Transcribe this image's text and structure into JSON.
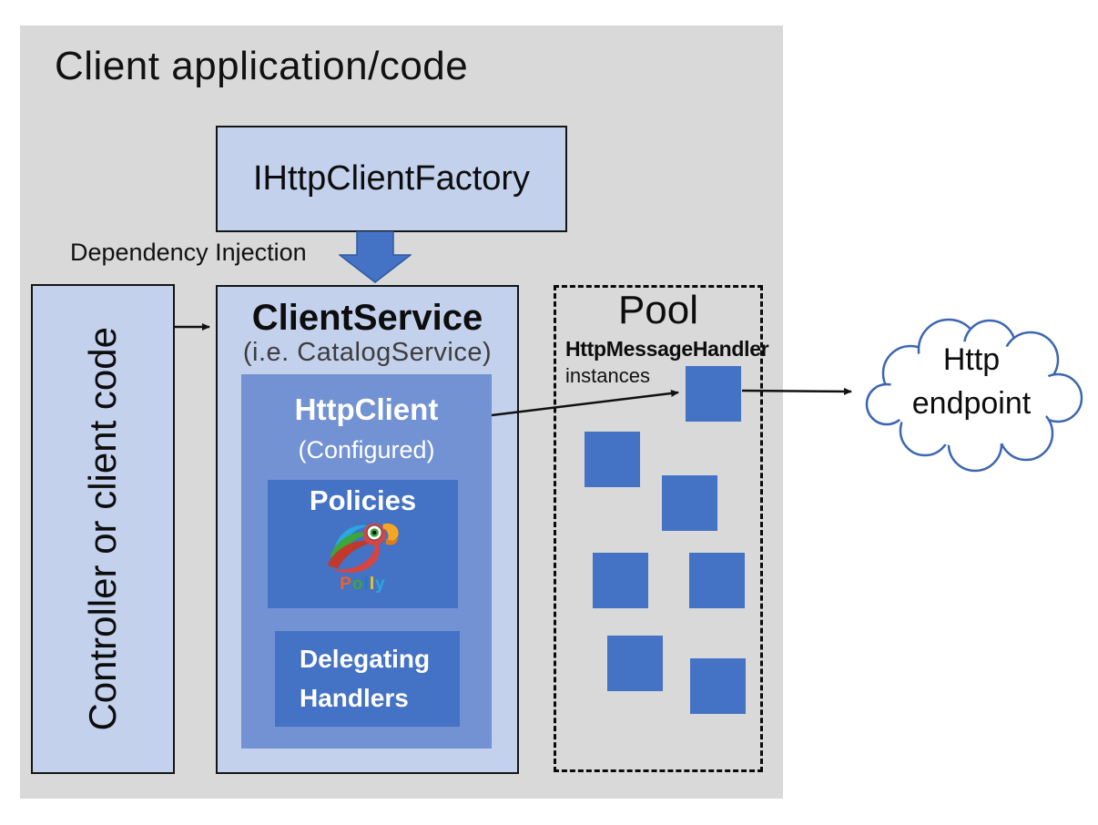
{
  "diagram": {
    "app_container": {
      "title": "Client application/code"
    },
    "factory_box": {
      "label": "IHttpClientFactory"
    },
    "dependency_injection_label": "Dependency Injection",
    "controller_box": {
      "label": "Controller or client code"
    },
    "client_service_box": {
      "title": "ClientService",
      "subtitle": "(i.e. CatalogService)"
    },
    "http_client_box": {
      "title": "HttpClient",
      "subtitle": "(Configured)"
    },
    "policies_box": {
      "label": "Policies",
      "logo": "polly-parrot-logo",
      "logo_letters": [
        "P",
        "o",
        "l",
        "l",
        "y"
      ]
    },
    "delegating_handlers_box": {
      "line1": "Delegating",
      "line2": "Handlers"
    },
    "pool_box": {
      "title": "Pool",
      "subtitle_bold": "HttpMessageHandler",
      "subtitle": "instances",
      "handler_instance_count": 7
    },
    "cloud": {
      "line1": "Http",
      "line2": "endpoint"
    },
    "connections": [
      {
        "from": "IHttpClientFactory",
        "to": "ClientService",
        "label": "Dependency Injection",
        "style": "thick-blue-down-arrow"
      },
      {
        "from": "Controller or client code",
        "to": "ClientService",
        "style": "thin-black-arrow"
      },
      {
        "from": "HttpClient",
        "to": "HttpMessageHandler pool instance",
        "style": "thin-black-arrow"
      },
      {
        "from": "HttpMessageHandler pool instance",
        "to": "Http endpoint",
        "style": "thin-black-arrow"
      }
    ],
    "colors": {
      "background_gray": "#d9d9d9",
      "light_blue": "#c3d1ec",
      "medium_blue": "#7292d3",
      "accent_blue": "#4472c4",
      "arrow_border_blue": "#2e5aa0",
      "cloud_outline_blue": "#3c66b1",
      "text_black": "#0d0d0d",
      "text_white": "#ffffff"
    }
  }
}
